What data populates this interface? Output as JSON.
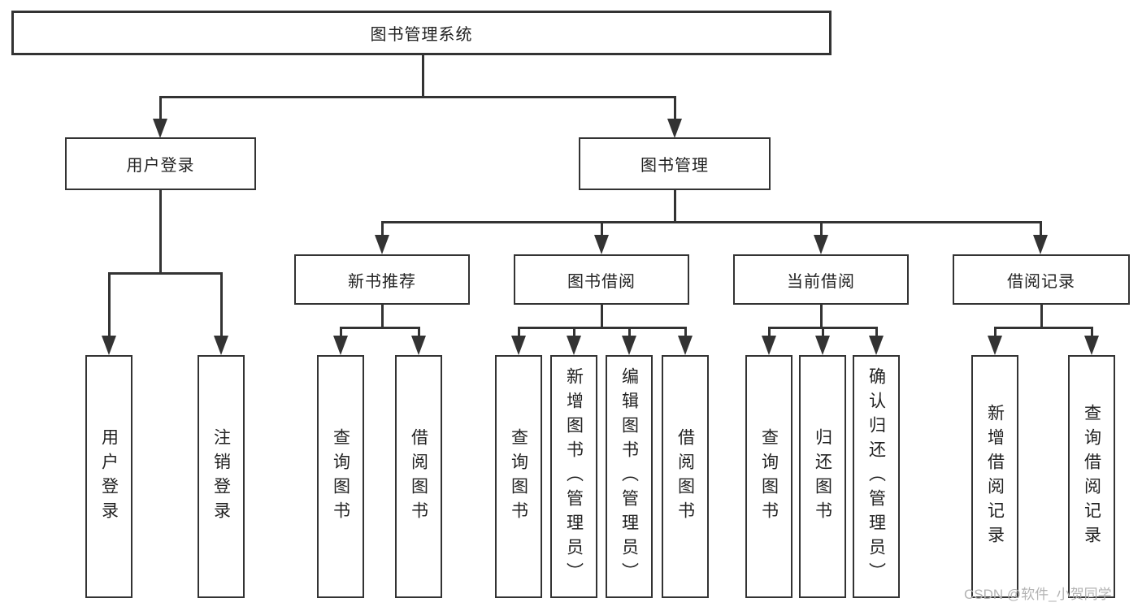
{
  "diagram": {
    "type": "tree",
    "root": {
      "label": "图书管理系统"
    },
    "level2": {
      "user_login": {
        "label": "用户登录"
      },
      "book_mgmt": {
        "label": "图书管理"
      }
    },
    "level3": {
      "new_books": {
        "label": "新书推荐"
      },
      "borrowing": {
        "label": "图书借阅"
      },
      "current": {
        "label": "当前借阅"
      },
      "records": {
        "label": "借阅记录"
      }
    },
    "leaves": {
      "user_login": "用户登录",
      "logout": "注销登录",
      "nb_query": "查询图书",
      "nb_borrow": "借阅图书",
      "bb_query": "查询图书",
      "bb_add": "新增图书（管理员）",
      "bb_edit": "编辑图书（管理员）",
      "bb_borrow": "借阅图书",
      "cb_query": "查询图书",
      "cb_return": "归还图书",
      "cb_confirm": "确认归还（管理员）",
      "br_add": "新增借阅记录",
      "br_query": "查询借阅记录"
    },
    "colors": {
      "line": "#333333",
      "border": "#333333",
      "text": "#222222",
      "watermark": "#b3b3b3",
      "background": "#ffffff"
    }
  },
  "watermark": "CSDN @软件_小贺同学"
}
